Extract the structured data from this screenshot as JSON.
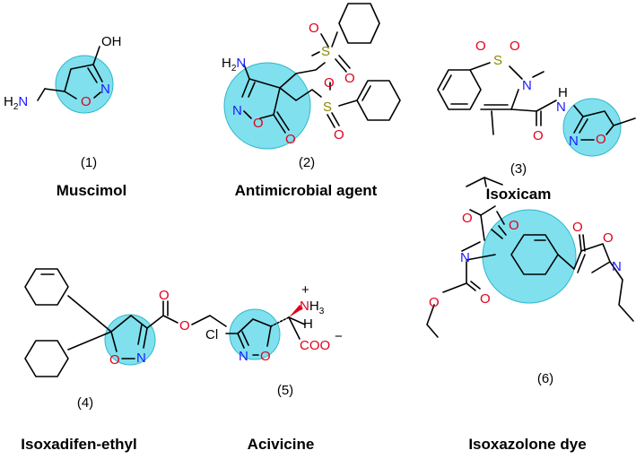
{
  "compounds": [
    {
      "number": "(1)",
      "name": "Muscimol"
    },
    {
      "number": "(2)",
      "name": "Antimicrobial agent"
    },
    {
      "number": "(3)",
      "name": "Isoxicam"
    },
    {
      "number": "(4)",
      "name": "Isoxadifen-ethyl"
    },
    {
      "number": "(5)",
      "name": "Acivicine"
    },
    {
      "number": "(6)",
      "name": "Isoxazolone dye"
    }
  ],
  "atoms": {
    "oh": "OH",
    "h2": "H",
    "two": "2",
    "n": "N",
    "o": "O",
    "s": "S",
    "nh": "H",
    "cl": "Cl",
    "nh3_n": "N",
    "nh3_h": "H",
    "three": "3",
    "plus": "+",
    "minus": "−",
    "h": "H",
    "coo": "COO"
  },
  "colors": {
    "highlight": "#55d6e8",
    "nitrogen": "#1a1aff",
    "oxygen": "#e0001b",
    "sulfur": "#8a8a00"
  }
}
